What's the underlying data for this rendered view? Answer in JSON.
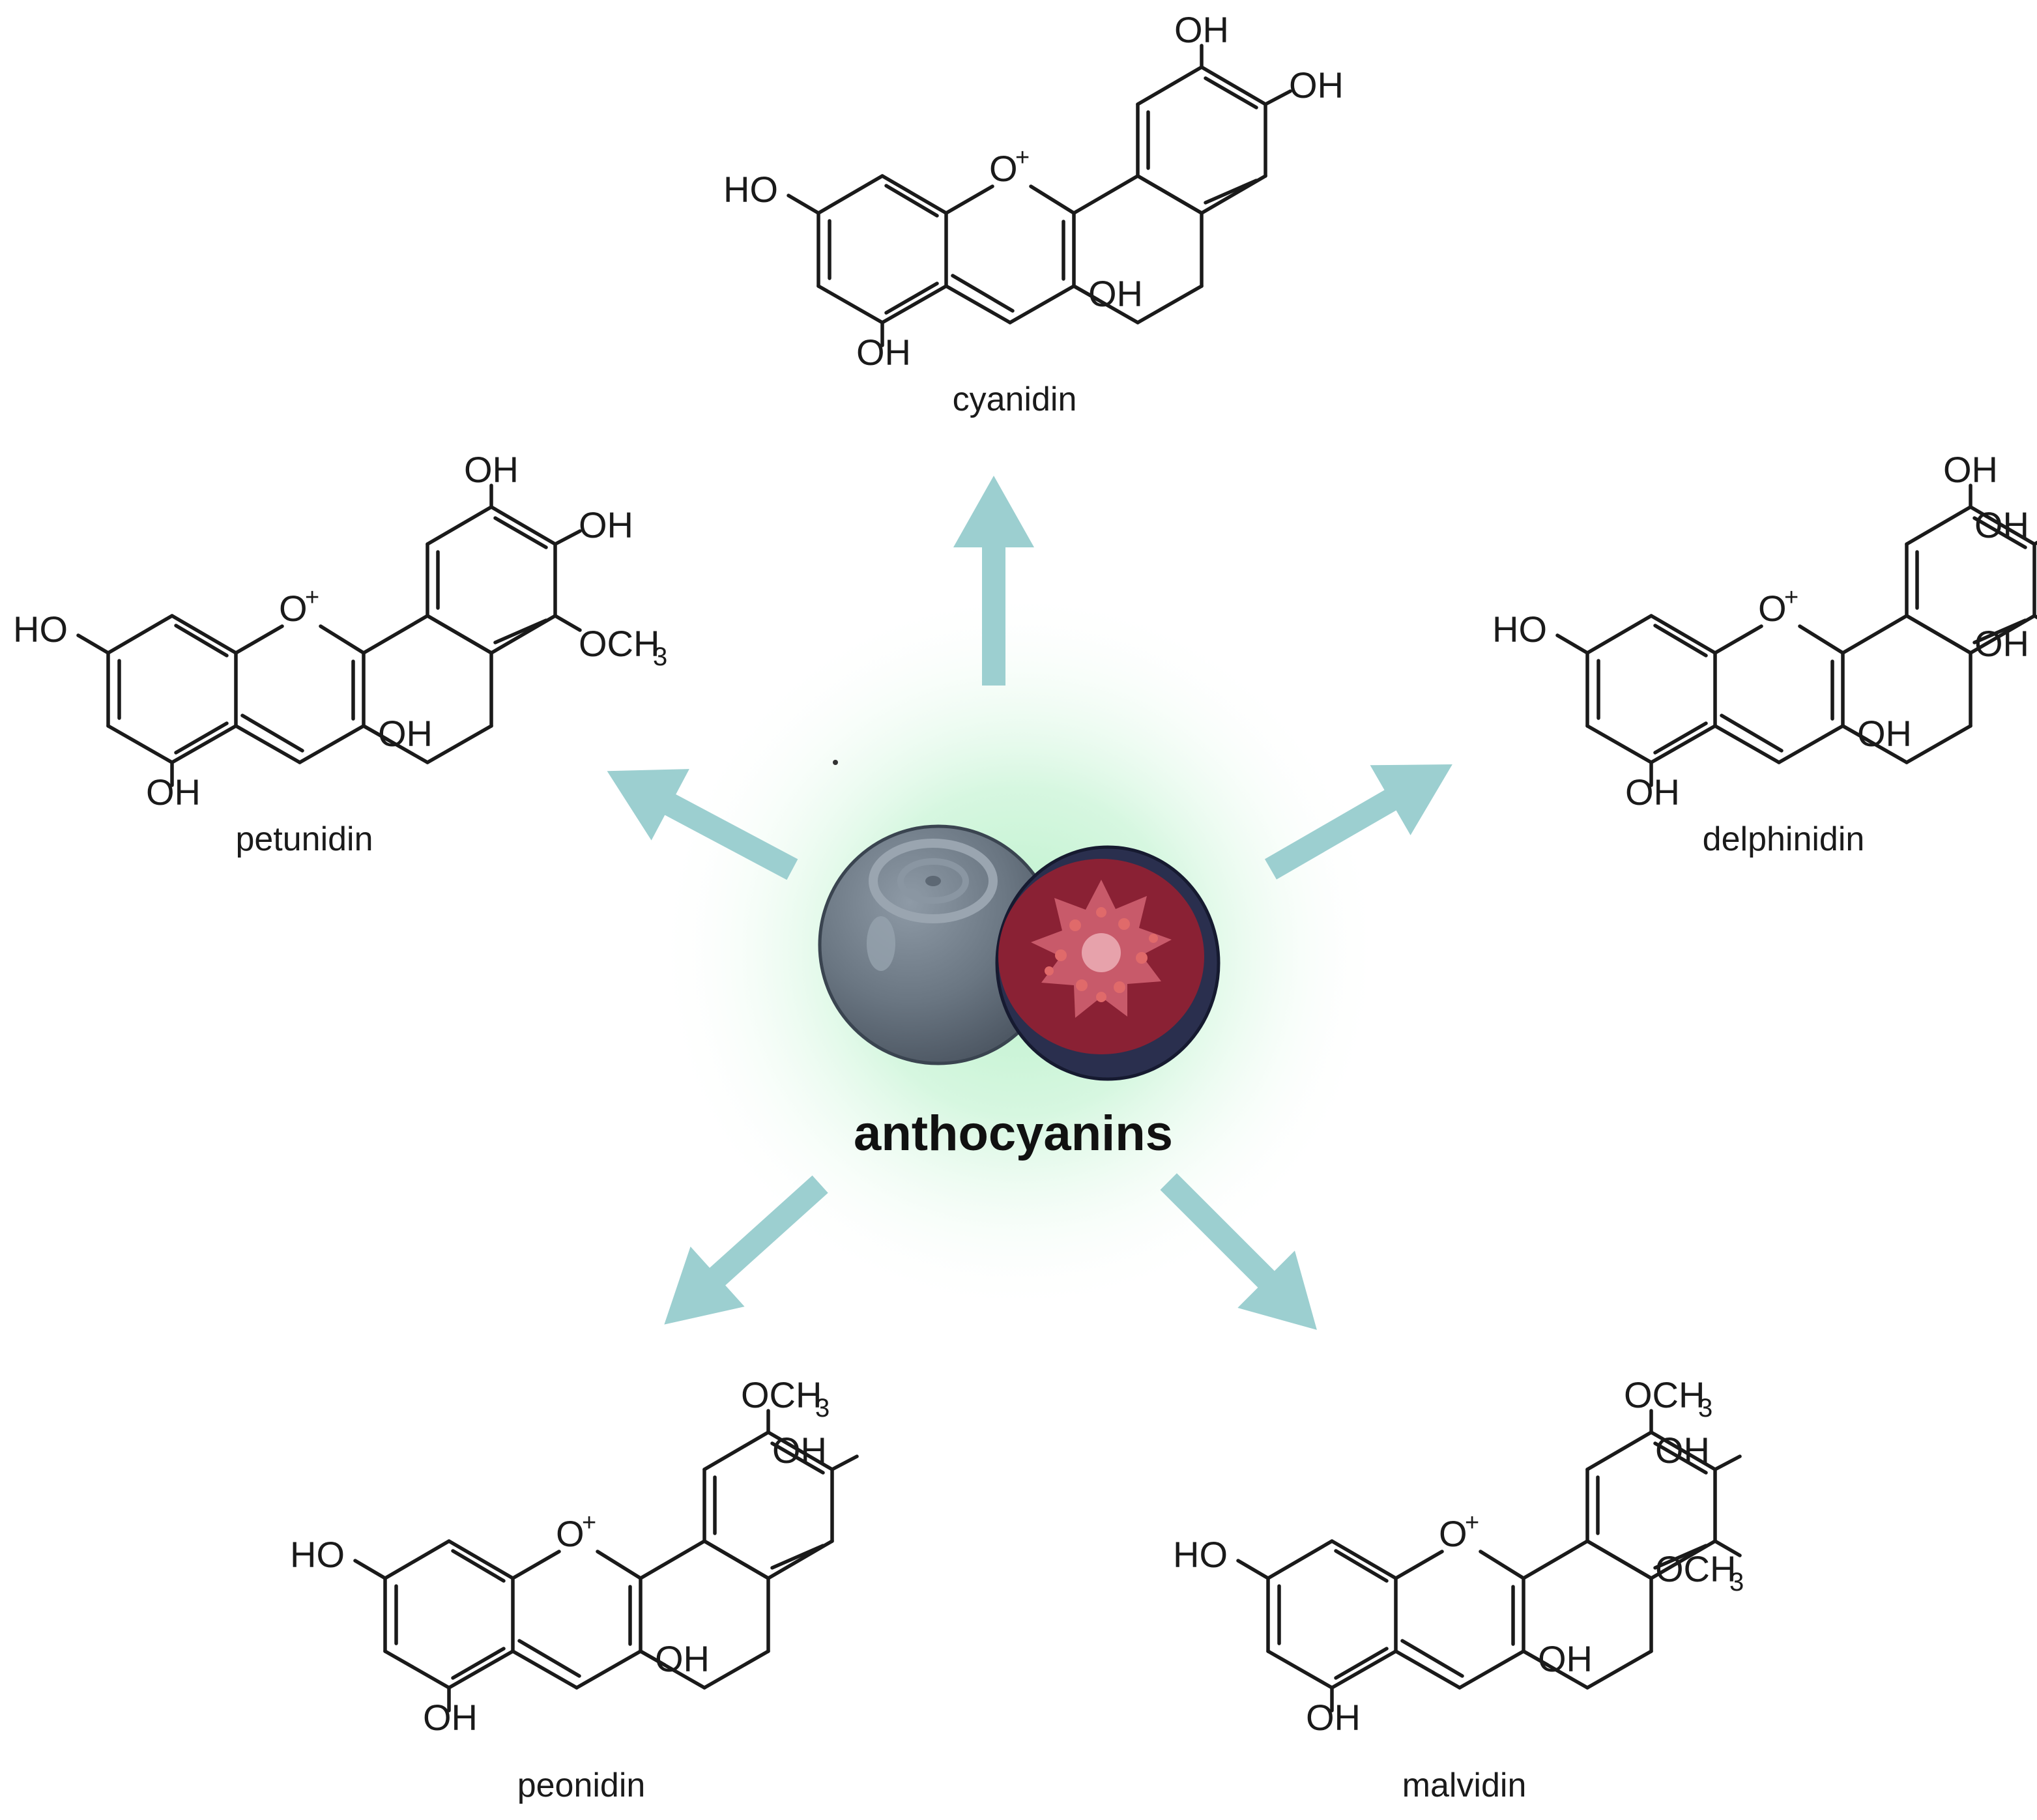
{
  "center": {
    "label": "anthocyanins"
  },
  "atoms": {
    "oh": "OH",
    "ho": "HO",
    "o": "O",
    "plus": "+",
    "och": "OCH",
    "three": "3"
  },
  "molecules": {
    "cyanidin": "cyanidin",
    "petunidin": "petunidin",
    "delphinidin": "delphinidin",
    "peonidin": "peonidin",
    "malvidin": "malvidin"
  },
  "colors": {
    "arrow": "#9ccfd0",
    "glow": "#c7f2d4",
    "berry_skin": "#6e7a86",
    "berry_flesh": "#8a2134",
    "berry_rind": "#2a2f4e"
  },
  "icons": [
    "berry-fruit-icon",
    "arrow-icon"
  ]
}
